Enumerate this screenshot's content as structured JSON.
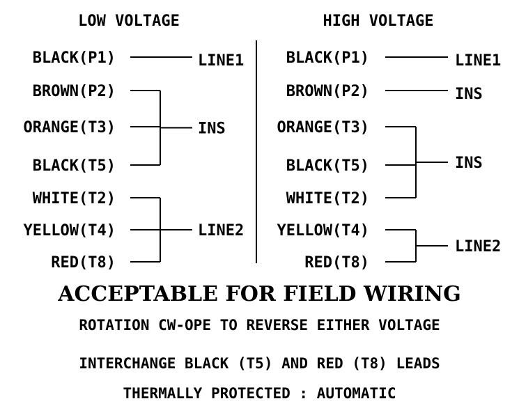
{
  "headers": {
    "low": "LOW  VOLTAGE",
    "high": "HIGH  VOLTAGE"
  },
  "low": {
    "leads": [
      "BLACK(P1)",
      "BROWN(P2)",
      "ORANGE(T3)",
      "BLACK(T5)",
      "WHITE(T2)",
      "YELLOW(T4)",
      "RED(T8)"
    ],
    "groups": [
      {
        "label": "LINE1",
        "members": [
          0
        ]
      },
      {
        "label": "INS",
        "members": [
          1,
          2,
          3
        ]
      },
      {
        "label": "LINE2",
        "members": [
          4,
          5,
          6
        ]
      }
    ]
  },
  "high": {
    "leads": [
      "BLACK(P1)",
      "BROWN(P2)",
      "ORANGE(T3)",
      "BLACK(T5)",
      "WHITE(T2)",
      "YELLOW(T4)",
      "RED(T8)"
    ],
    "groups": [
      {
        "label": "LINE1",
        "members": [
          0
        ]
      },
      {
        "label": "INS",
        "members": [
          1
        ]
      },
      {
        "label": "INS",
        "members": [
          2,
          3,
          4
        ]
      },
      {
        "label": "LINE2",
        "members": [
          5,
          6
        ]
      }
    ]
  },
  "footer": {
    "title": "ACCEPTABLE FOR FIELD WIRING",
    "rotation": "ROTATION CW-OPE TO REVERSE EITHER VOLTAGE",
    "interchange": "INTERCHANGE BLACK (T5) AND RED (T8) LEADS",
    "thermal": "THERMALLY PROTECTED : AUTOMATIC"
  }
}
